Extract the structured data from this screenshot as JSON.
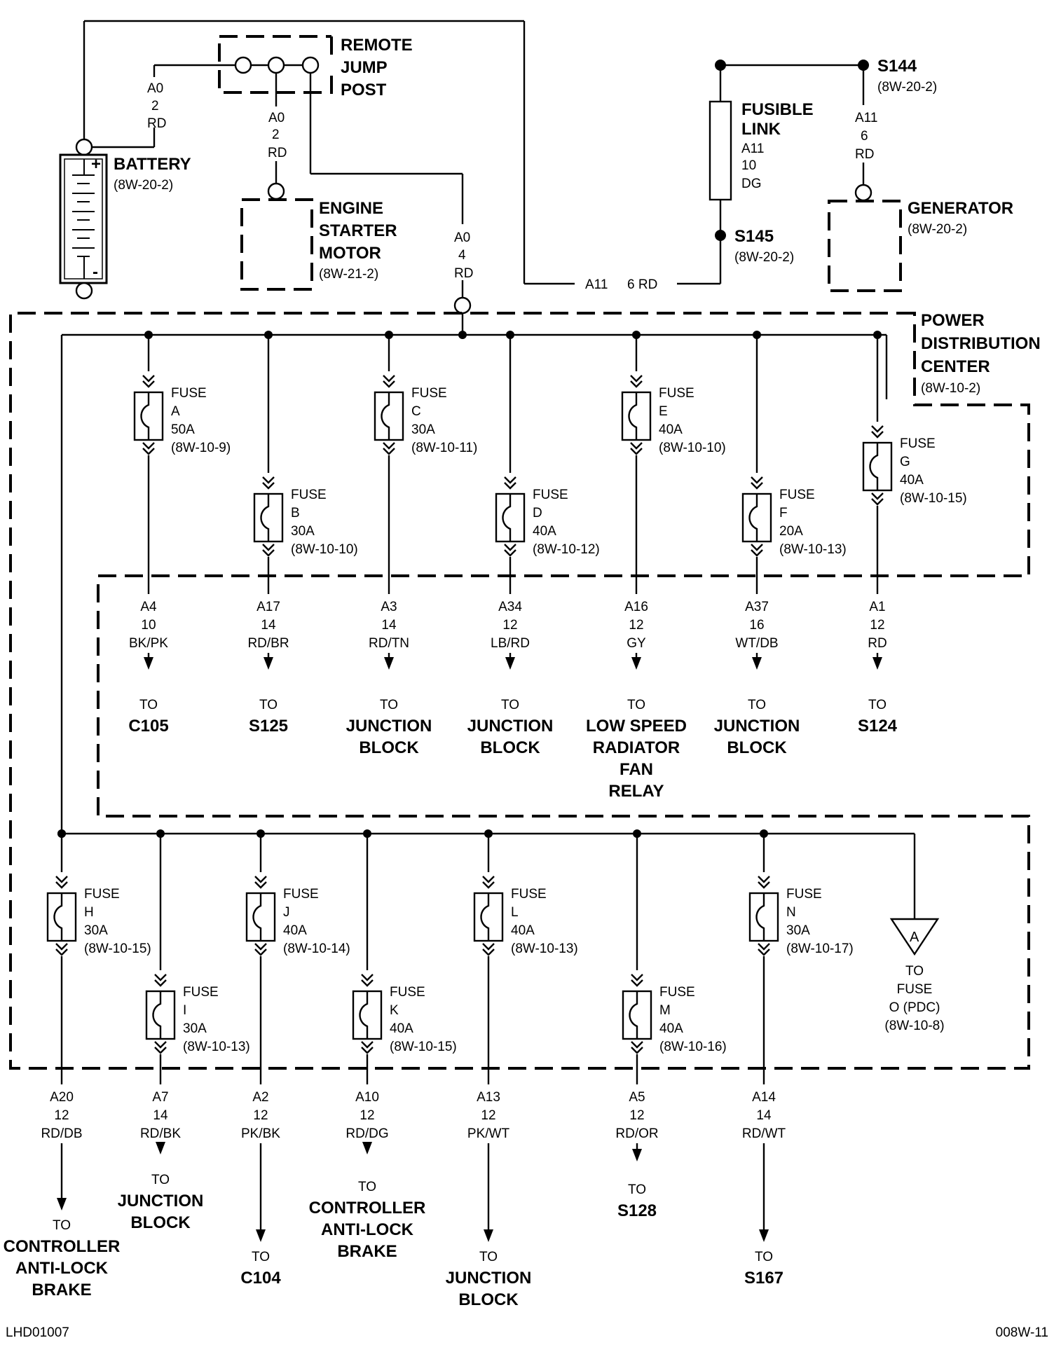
{
  "remote_jump_post": {
    "lines": [
      "REMOTE",
      "JUMP",
      "POST"
    ]
  },
  "battery": {
    "name": "BATTERY",
    "ref": "(8W-20-2)",
    "plus": "+",
    "minus": "-",
    "wire": [
      "A0",
      "2",
      "RD"
    ]
  },
  "starter": {
    "lines": [
      "ENGINE",
      "STARTER",
      "MOTOR"
    ],
    "ref": "(8W-21-2)",
    "wire": [
      "A0",
      "2",
      "RD"
    ]
  },
  "feed": {
    "wire": [
      "A0",
      "4",
      "RD"
    ]
  },
  "fusible_link": {
    "lines": [
      "FUSIBLE",
      "LINK"
    ],
    "wire": [
      "A11",
      "10",
      "DG"
    ]
  },
  "s144": {
    "name": "S144",
    "ref": "(8W-20-2)",
    "wire": [
      "A11",
      "6",
      "RD"
    ]
  },
  "s145": {
    "name": "S145",
    "ref": "(8W-20-2)"
  },
  "a11_wire": {
    "circuit": "A11",
    "gauge_color": "6 RD"
  },
  "generator": {
    "name": "GENERATOR",
    "ref": "(8W-20-2)"
  },
  "pdc": {
    "lines": [
      "POWER",
      "DISTRIBUTION",
      "CENTER"
    ],
    "ref": "(8W-10-2)"
  },
  "top_fuses": [
    {
      "fuse": "FUSE",
      "letter": "A",
      "amps": "50A",
      "ref": "(8W-10-9)",
      "wire": [
        "A4",
        "10",
        "BK/PK"
      ],
      "to": "TO",
      "dest": [
        "C105"
      ]
    },
    {
      "fuse": "FUSE",
      "letter": "B",
      "amps": "30A",
      "ref": "(8W-10-10)",
      "wire": [
        "A17",
        "14",
        "RD/BR"
      ],
      "to": "TO",
      "dest": [
        "S125"
      ]
    },
    {
      "fuse": "FUSE",
      "letter": "C",
      "amps": "30A",
      "ref": "(8W-10-11)",
      "wire": [
        "A3",
        "14",
        "RD/TN"
      ],
      "to": "TO",
      "dest": [
        "JUNCTION",
        "BLOCK"
      ]
    },
    {
      "fuse": "FUSE",
      "letter": "D",
      "amps": "40A",
      "ref": "(8W-10-12)",
      "wire": [
        "A34",
        "12",
        "LB/RD"
      ],
      "to": "TO",
      "dest": [
        "JUNCTION",
        "BLOCK"
      ]
    },
    {
      "fuse": "FUSE",
      "letter": "E",
      "amps": "40A",
      "ref": "(8W-10-10)",
      "wire": [
        "A16",
        "12",
        "GY"
      ],
      "to": "TO",
      "dest": [
        "LOW SPEED",
        "RADIATOR",
        "FAN",
        "RELAY"
      ]
    },
    {
      "fuse": "FUSE",
      "letter": "F",
      "amps": "20A",
      "ref": "(8W-10-13)",
      "wire": [
        "A37",
        "16",
        "WT/DB"
      ],
      "to": "TO",
      "dest": [
        "JUNCTION",
        "BLOCK"
      ]
    },
    {
      "fuse": "FUSE",
      "letter": "G",
      "amps": "40A",
      "ref": "(8W-10-15)",
      "wire": [
        "A1",
        "12",
        "RD"
      ],
      "to": "TO",
      "dest": [
        "S124"
      ]
    }
  ],
  "bottom_fuses": [
    {
      "fuse": "FUSE",
      "letter": "H",
      "amps": "30A",
      "ref": "(8W-10-15)",
      "wire": [
        "A20",
        "12",
        "RD/DB"
      ],
      "to": "TO",
      "dest": [
        "CONTROLLER",
        "ANTI-LOCK",
        "BRAKE"
      ]
    },
    {
      "fuse": "FUSE",
      "letter": "I",
      "amps": "30A",
      "ref": "(8W-10-13)",
      "wire": [
        "A7",
        "14",
        "RD/BK"
      ],
      "to": "TO",
      "dest": [
        "JUNCTION",
        "BLOCK"
      ]
    },
    {
      "fuse": "FUSE",
      "letter": "J",
      "amps": "40A",
      "ref": "(8W-10-14)",
      "wire": [
        "A2",
        "12",
        "PK/BK"
      ],
      "to": "TO",
      "dest": [
        "C104"
      ]
    },
    {
      "fuse": "FUSE",
      "letter": "K",
      "amps": "40A",
      "ref": "(8W-10-15)",
      "wire": [
        "A10",
        "12",
        "RD/DG"
      ],
      "to": "TO",
      "dest": [
        "CONTROLLER",
        "ANTI-LOCK",
        "BRAKE"
      ]
    },
    {
      "fuse": "FUSE",
      "letter": "L",
      "amps": "40A",
      "ref": "(8W-10-13)",
      "wire": [
        "A13",
        "12",
        "PK/WT"
      ],
      "to": "TO",
      "dest": [
        "JUNCTION",
        "BLOCK"
      ]
    },
    {
      "fuse": "FUSE",
      "letter": "M",
      "amps": "40A",
      "ref": "(8W-10-16)",
      "wire": [
        "A5",
        "12",
        "RD/OR"
      ],
      "to": "TO",
      "dest": [
        "S128"
      ]
    },
    {
      "fuse": "FUSE",
      "letter": "N",
      "amps": "30A",
      "ref": "(8W-10-17)",
      "wire": [
        "A14",
        "14",
        "RD/WT"
      ],
      "to": "TO",
      "dest": [
        "S167"
      ]
    }
  ],
  "connector_a": {
    "symbol": "A",
    "lines": [
      "TO",
      "FUSE",
      "O (PDC)",
      "(8W-10-8)"
    ]
  },
  "footer": {
    "left": "LHD01007",
    "right": "008W-11"
  }
}
